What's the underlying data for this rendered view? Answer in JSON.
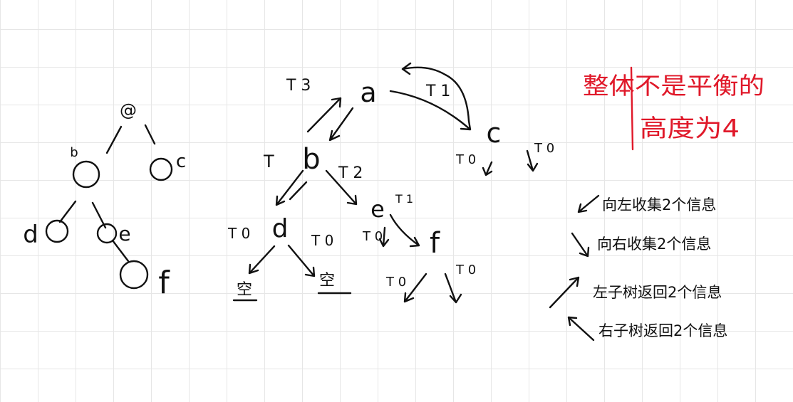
{
  "tree": {
    "root": "@",
    "nodes": [
      "b",
      "c",
      "d",
      "e",
      "f"
    ]
  },
  "recursion": {
    "nodes": [
      "a",
      "b",
      "c",
      "d",
      "e",
      "f"
    ],
    "height_labels": {
      "a": "T 3",
      "arc": "T 1",
      "b": "T",
      "b_to_e": "T 2",
      "c_left": "T 0",
      "c_right": "T 0",
      "d_left": "T 0",
      "d_right": "T 0",
      "e_top": "T 1",
      "e_left": "T 0",
      "f_left": "T 0",
      "f_right": "T 0"
    },
    "empty_leaves": [
      "空",
      "空"
    ]
  },
  "note": {
    "line1": "整体不是平衡的",
    "line2": "高度为4"
  },
  "legend": [
    {
      "label": "向左收集2个信息"
    },
    {
      "label": "向右收集2个信息"
    },
    {
      "label": "左子树返回2个信息"
    },
    {
      "label": "右子树返回2个信息"
    }
  ]
}
